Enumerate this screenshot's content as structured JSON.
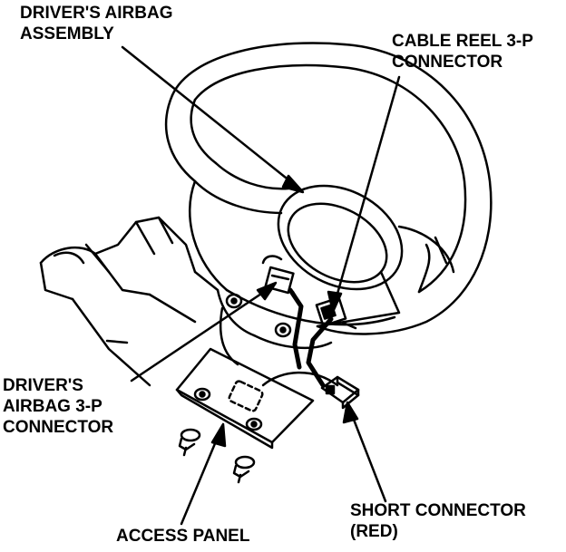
{
  "labels": {
    "airbag_assembly": [
      "DRIVER'S AIRBAG",
      "ASSEMBLY"
    ],
    "cable_reel": [
      "CABLE REEL 3-P",
      "CONNECTOR"
    ],
    "airbag_connector": [
      "DRIVER'S",
      "AIRBAG 3-P",
      "CONNECTOR"
    ],
    "short_connector": [
      "SHORT CONNECTOR",
      "(RED)"
    ],
    "access_panel": [
      "ACCESS PANEL"
    ]
  },
  "icons": [
    "steering-wheel-icon",
    "airbag-pad-icon",
    "steering-column-icon",
    "combination-switch-icon",
    "access-panel-icon",
    "screw-icon",
    "connector-icon",
    "short-connector-icon",
    "arrow-icon"
  ],
  "colors": {
    "ink": "#000000",
    "paper": "#ffffff"
  }
}
